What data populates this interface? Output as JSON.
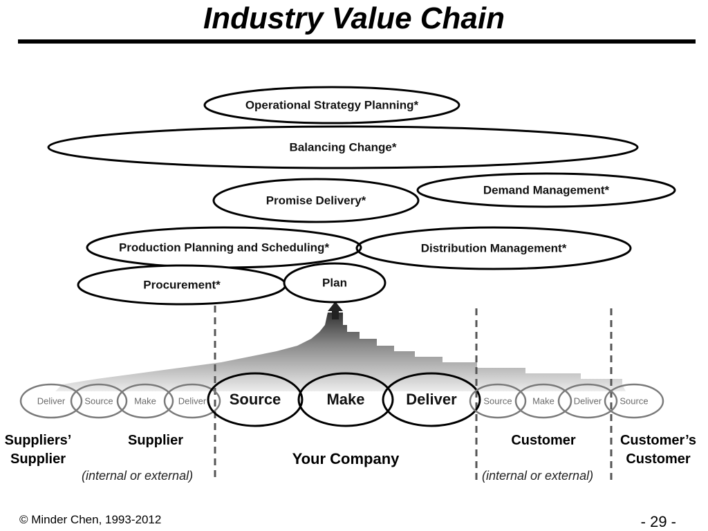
{
  "title": "Industry Value Chain",
  "ellipses": {
    "operational_strategy": "Operational Strategy Planning*",
    "balancing_change": "Balancing Change*",
    "demand_management": "Demand Management*",
    "promise_delivery": "Promise Delivery*",
    "production_planning": "Production Planning and Scheduling*",
    "distribution_management": "Distribution Management*",
    "procurement": "Procurement*",
    "plan": "Plan"
  },
  "chain": {
    "suppliers_supplier_deliver": "Deliver",
    "supplier_source": "Source",
    "supplier_make": "Make",
    "supplier_deliver": "Deliver",
    "company_source": "Source",
    "company_make": "Make",
    "company_deliver": "Deliver",
    "customer_source": "Source",
    "customer_make": "Make",
    "customer_deliver": "Deliver",
    "customers_customer_source": "Source"
  },
  "groups": {
    "suppliers_supplier_line1": "Suppliers’",
    "suppliers_supplier_line2": "Supplier",
    "supplier": "Supplier",
    "your_company": "Your Company",
    "customer": "Customer",
    "customers_customer_line1": "Customer’s",
    "customers_customer_line2": "Customer",
    "supplier_note": "(internal or external)",
    "customer_note": "(internal or external)"
  },
  "footer": {
    "copyright": "© Minder Chen, 1993-2012",
    "page": "- 29 -"
  }
}
